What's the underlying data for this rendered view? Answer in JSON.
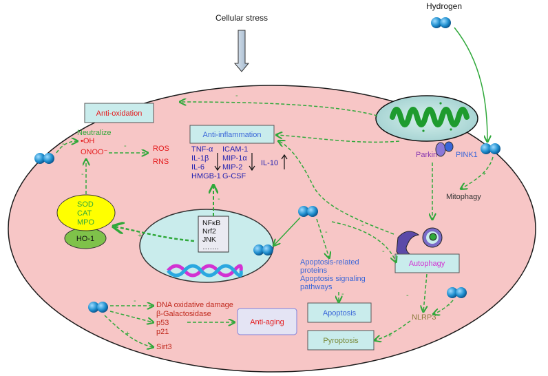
{
  "top": {
    "stress": "Cellular stress",
    "hydrogen": "Hydrogen"
  },
  "boxes": {
    "anti_oxidation": "Anti-oxidation",
    "anti_inflammation": "Anti-inflammation",
    "autophagy": "Autophagy",
    "apoptosis": "Apoptosis",
    "pyroptosis": "Pyroptosis",
    "anti_aging": "Anti-aging"
  },
  "oxidation": {
    "neutralize": "Neutralize",
    "oh": "•OH",
    "onoo": "ONOO⁻",
    "ros": "ROS",
    "rns": "RNS"
  },
  "enzymes": {
    "sod": "SOD",
    "cat": "CAT",
    "mpo": "MPO",
    "ho1": "HO-1"
  },
  "cytokines": {
    "col1": [
      "TNF-α",
      "IL-1β",
      "IL-6",
      "HMGB-1"
    ],
    "col2": [
      "ICAM-1",
      "MIP-1α",
      "MIP-2",
      "G-CSF"
    ],
    "il10": "IL-10"
  },
  "nucleus_factors": [
    "NFκB",
    "Nrf2",
    "JNK",
    "……."
  ],
  "mito": {
    "parkin": "Parkin",
    "pink1": "PINK1",
    "mitophagy": "Mitophagy"
  },
  "apoptosis_text": [
    "Apoptosis-related",
    "proteins",
    "Apoptosis signaling",
    "pathways"
  ],
  "aging_list": [
    "DNA oxidative damage",
    "β-Galactosidase",
    "p53",
    "p21",
    "Sirt3"
  ],
  "nlrp3": "NLRP3",
  "signs": {
    "minus": "-",
    "plus": "+"
  },
  "colors": {
    "cell_fill": "#f7c6c6",
    "box_fill": "#c9ecec",
    "arrow": "#2fa83a",
    "red_text": "#e41a1c",
    "blue_text": "#3a66d8",
    "navy_text": "#2020b0",
    "enzyme_fill": "#ffff00",
    "ho1_fill": "#7fc24a",
    "h2_fill": "#1f8fcf"
  }
}
